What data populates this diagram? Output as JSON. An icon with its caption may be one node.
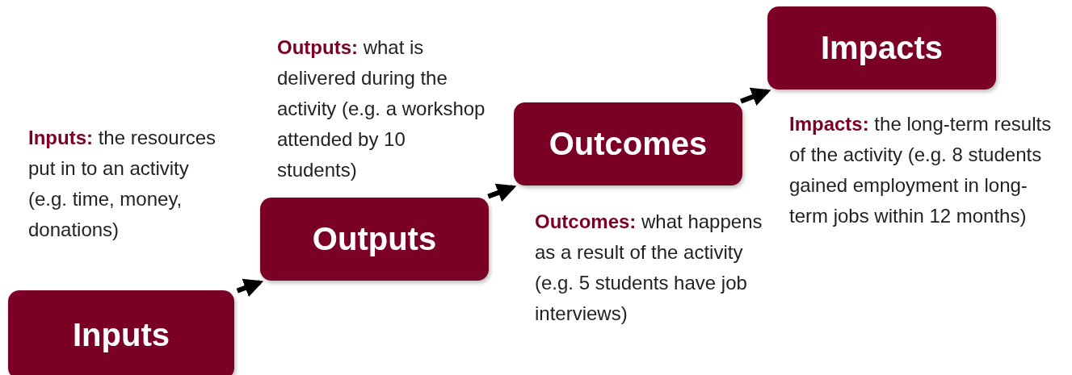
{
  "diagram": {
    "nodes": [
      {
        "text": [
          "Inputs"
        ],
        "beside": [
          "**Inputs:** the resources put in to an activity (e.g. time, money, donations)"
        ]
      },
      {
        "text": [
          "Outputs"
        ],
        "beside": [
          "**Outputs:** what is delivered during the activity (e.g. a workshop attended by 10 students)"
        ]
      },
      {
        "text": [
          "Outcomes"
        ],
        "beside": [
          "**Outcomes:** what happens as a result of the activity (e.g. 5 students have job interviews)"
        ]
      },
      {
        "text": [
          "Impacts"
        ],
        "beside": [
          "**Impacts:** the long-term results of the activity (e.g. 8 students gained employment in long-term jobs within 12 months)"
        ]
      }
    ],
    "edges": [
      {
        "from": 0,
        "to": 1,
        "arrow": "to"
      },
      {
        "from": 1,
        "to": 2,
        "arrow": "to"
      },
      {
        "from": 2,
        "to": 3,
        "arrow": "to"
      }
    ]
  }
}
